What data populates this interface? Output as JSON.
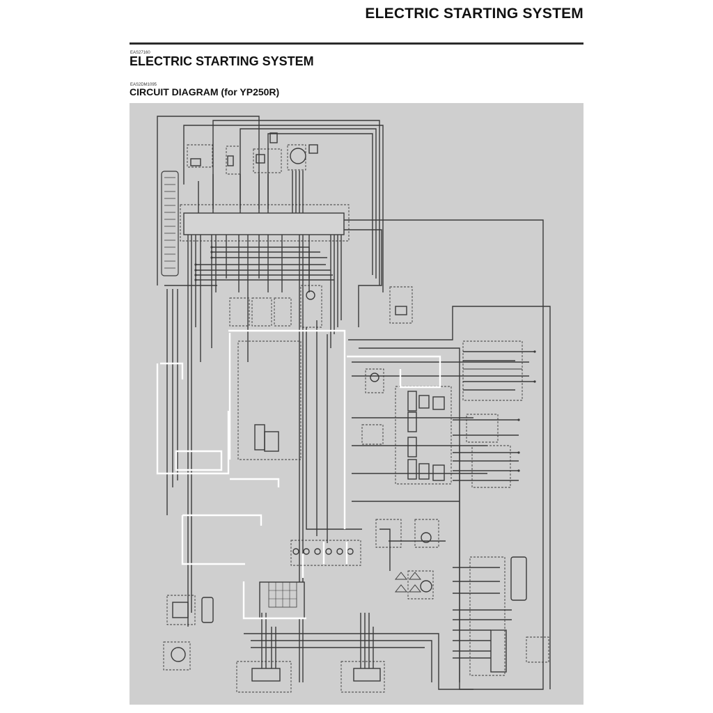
{
  "page": {
    "running_header": "ELECTRIC STARTING SYSTEM",
    "section_code": "EAS27160",
    "section_title": "ELECTRIC STARTING SYSTEM",
    "subsection_code": "EAS2DM1095",
    "subsection_title": "CIRCUIT DIAGRAM (for YP250R)"
  },
  "diagram": {
    "panel_color": "#cfcfcf",
    "wire_color": "#3a3a3a",
    "highlight_color": "#ffffff"
  }
}
